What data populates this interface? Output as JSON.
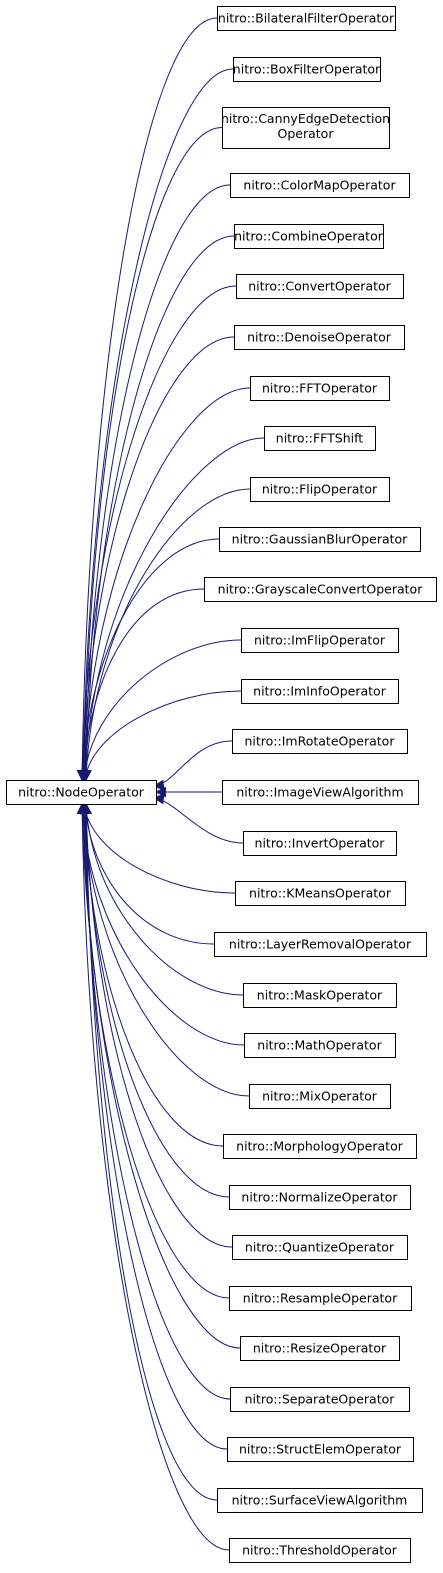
{
  "diagram": {
    "base_class": "nitro::NodeOperator",
    "edge_color": "#191970",
    "derived_classes": [
      "nitro::BilateralFilterOperator",
      "nitro::BoxFilterOperator",
      "nitro::CannyEdgeDetection Operator",
      "nitro::ColorMapOperator",
      "nitro::CombineOperator",
      "nitro::ConvertOperator",
      "nitro::DenoiseOperator",
      "nitro::FFTOperator",
      "nitro::FFTShift",
      "nitro::FlipOperator",
      "nitro::GaussianBlurOperator",
      "nitro::GrayscaleConvertOperator",
      "nitro::ImFlipOperator",
      "nitro::ImInfoOperator",
      "nitro::ImRotateOperator",
      "nitro::ImageViewAlgorithm",
      "nitro::InvertOperator",
      "nitro::KMeansOperator",
      "nitro::LayerRemovalOperator",
      "nitro::MaskOperator",
      "nitro::MathOperator",
      "nitro::MixOperator",
      "nitro::MorphologyOperator",
      "nitro::NormalizeOperator",
      "nitro::QuantizeOperator",
      "nitro::ResampleOperator",
      "nitro::ResizeOperator",
      "nitro::SeparateOperator",
      "nitro::StructElemOperator",
      "nitro::SurfaceViewAlgorithm",
      "nitro::ThresholdOperator"
    ]
  }
}
